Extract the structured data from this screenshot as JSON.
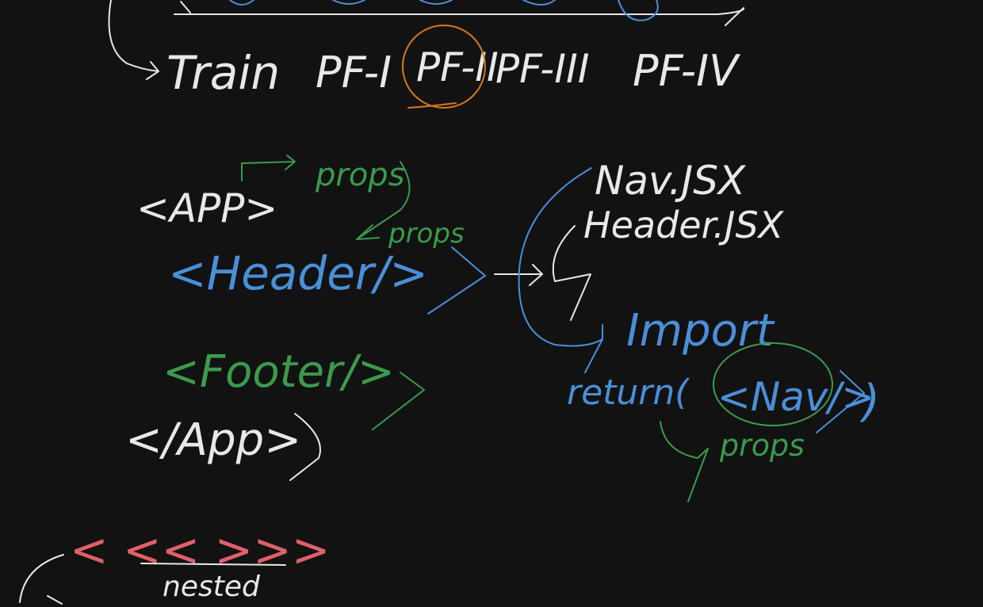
{
  "colors": {
    "background": "#121212",
    "white_ink": "#e8e8e8",
    "blue_ink": "#4a8fd8",
    "green_ink": "#3c9a4c",
    "orange_ink": "#d4781e",
    "red_ink": "#e06068"
  },
  "top_row": {
    "items": [
      "Train",
      "PF-I",
      "PF-II",
      "PF-III",
      "PF-IV"
    ]
  },
  "jsx": {
    "app_open": "<APP>",
    "header": "<Header/>",
    "footer": "<Footer/>",
    "app_close": "</App>",
    "props_top": "props",
    "props_mid": "props"
  },
  "files": {
    "nav": "Nav.JSX",
    "header": "Header.JSX",
    "import": "Import",
    "return_label": "return(",
    "nav_tag": "<Nav/>",
    "return_close": ")",
    "props": "props"
  },
  "bottom": {
    "brackets": "< << >>>",
    "nested": "nested"
  }
}
